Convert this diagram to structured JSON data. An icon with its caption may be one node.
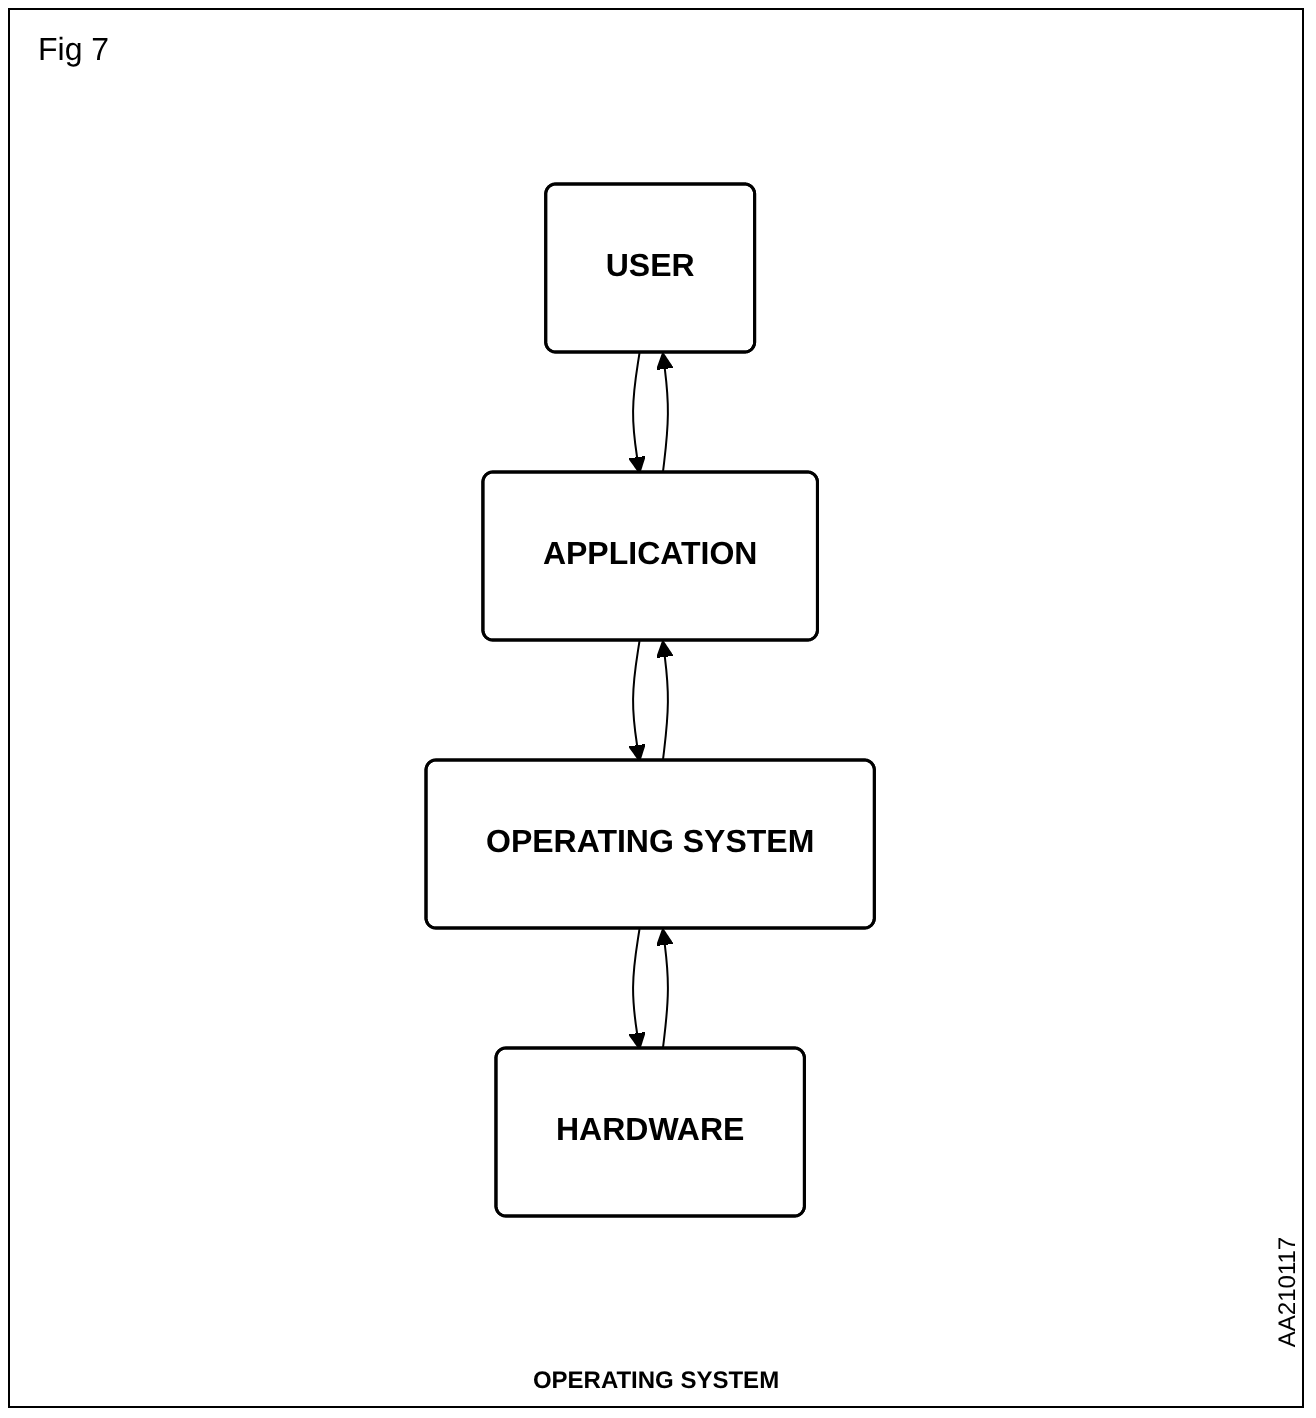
{
  "diagram": {
    "title": "Fig 7",
    "caption": "OPERATING SYSTEM",
    "nodes": [
      {
        "text": [
          "USER"
        ]
      },
      {
        "text": [
          "APPLICATION"
        ]
      },
      {
        "text": [
          "OPERATING SYSTEM"
        ]
      },
      {
        "text": [
          "HARDWARE"
        ]
      }
    ],
    "edges": [
      {
        "from": 0,
        "to": 1,
        "arrow": "to"
      },
      {
        "from": 1,
        "to": 0,
        "arrow": "to"
      },
      {
        "from": 1,
        "to": 2,
        "arrow": "to"
      },
      {
        "from": 2,
        "to": 1,
        "arrow": "to"
      },
      {
        "from": 2,
        "to": 3,
        "arrow": "to"
      },
      {
        "from": 3,
        "to": 2,
        "arrow": "to"
      }
    ],
    "labels": [
      "AA210117"
    ]
  }
}
